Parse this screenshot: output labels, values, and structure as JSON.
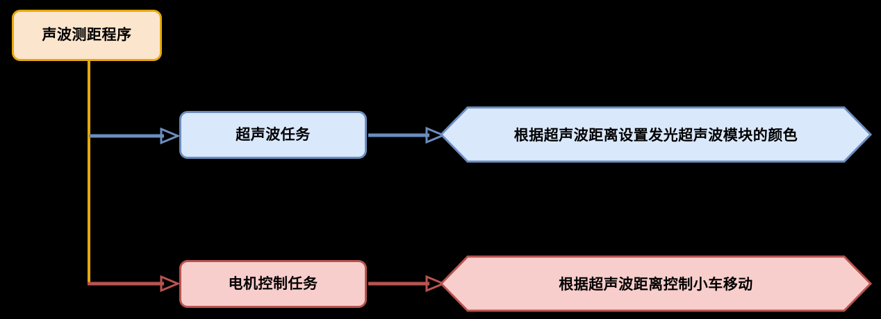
{
  "diagram": {
    "type": "flowchart",
    "orientation": "left-to-right",
    "background_color": "#000000",
    "nodes": [
      {
        "id": "root",
        "label": "声波测距程序",
        "shape": "rounded-rectangle",
        "fill": "#FCE5CD",
        "stroke": "#E5A90D",
        "text_color": "#000000"
      },
      {
        "id": "task-ultrasonic",
        "label": "超声波任务",
        "shape": "rounded-rectangle",
        "fill": "#DAE8FC",
        "stroke": "#6C8EBF",
        "text_color": "#000000"
      },
      {
        "id": "ultrasonic-action",
        "label": "根据超声波距离设置发光超声波模块的颜色",
        "shape": "hexagon",
        "fill": "#DAE8FC",
        "stroke": "#6C8EBF",
        "text_color": "#000000"
      },
      {
        "id": "task-motor",
        "label": "电机控制任务",
        "shape": "rounded-rectangle",
        "fill": "#F8CECC",
        "stroke": "#B85450",
        "text_color": "#000000"
      },
      {
        "id": "motor-action",
        "label": "根据超声波距离控制小车移动",
        "shape": "hexagon",
        "fill": "#F8CECC",
        "stroke": "#B85450",
        "text_color": "#000000"
      }
    ],
    "edges": [
      {
        "id": "edge-root-to-ultrasonic",
        "from": "root",
        "to": "task-ultrasonic",
        "style": "elbow",
        "stem_color": "#E5A90D",
        "arrow_color": "#6C8EBF",
        "arrowhead": "open-triangle"
      },
      {
        "id": "edge-ultrasonic-task-to-action",
        "from": "task-ultrasonic",
        "to": "ultrasonic-action",
        "style": "straight",
        "arrow_color": "#6C8EBF",
        "arrowhead": "open-triangle"
      },
      {
        "id": "edge-root-to-motor",
        "from": "root",
        "to": "task-motor",
        "style": "elbow",
        "stem_color": "#E5A90D",
        "arrow_color": "#B85450",
        "arrowhead": "open-triangle"
      },
      {
        "id": "edge-motor-task-to-action",
        "from": "task-motor",
        "to": "motor-action",
        "style": "straight",
        "arrow_color": "#B85450",
        "arrowhead": "open-triangle"
      }
    ]
  }
}
